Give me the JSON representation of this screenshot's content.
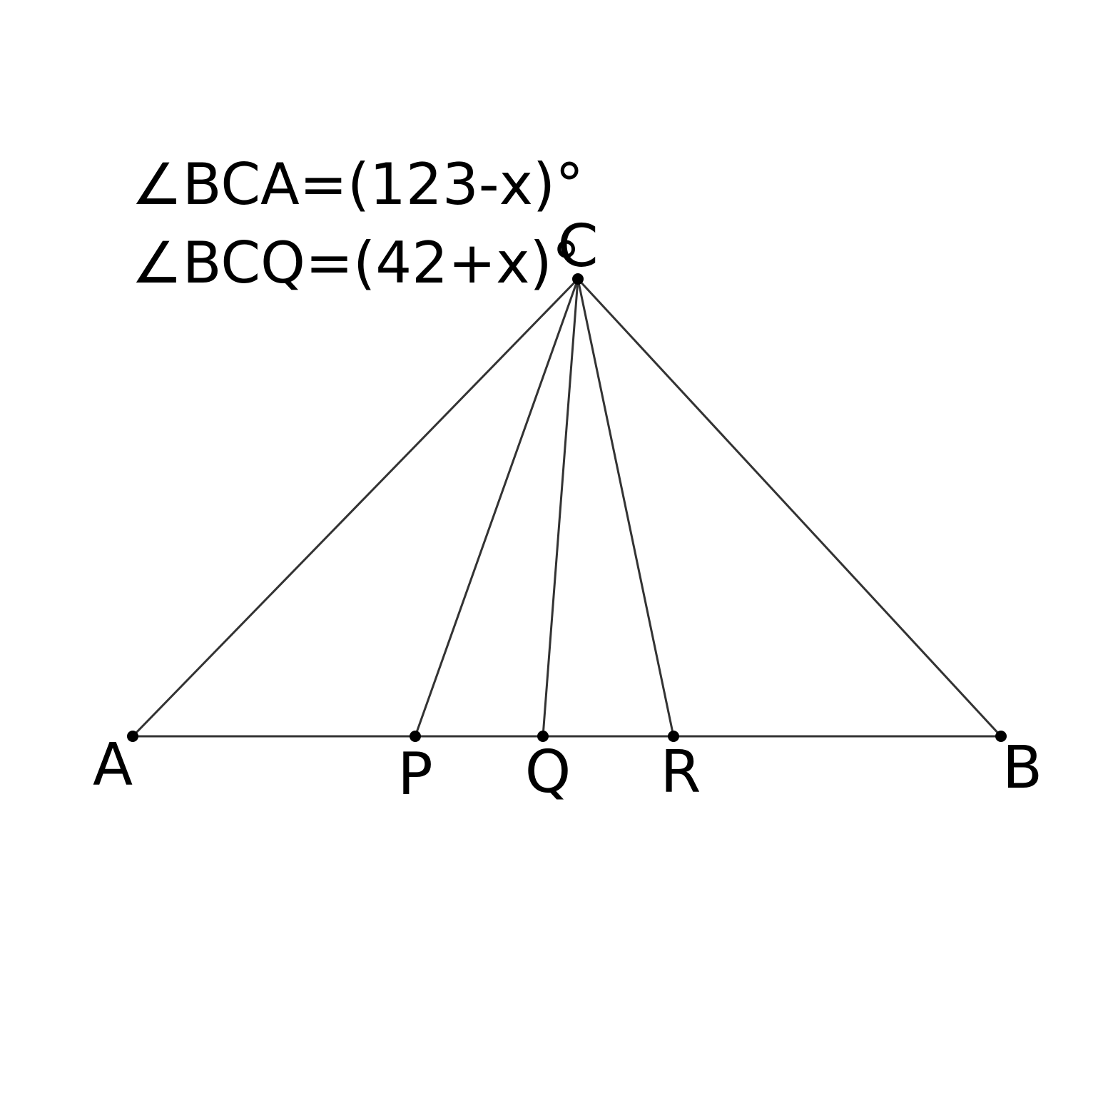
{
  "diagram": {
    "annotations": [
      "∠BCA=(123-x)°",
      "∠BCQ=(42+x)°"
    ],
    "points": {
      "A": "A",
      "B": "B",
      "C": "C",
      "P": "P",
      "Q": "Q",
      "R": "R"
    },
    "segments": [
      "AB",
      "AC",
      "BC",
      "CP",
      "CQ",
      "CR"
    ],
    "colors": {
      "line": "#333333",
      "point": "#000000",
      "text": "#000000",
      "background": "#ffffff"
    }
  }
}
